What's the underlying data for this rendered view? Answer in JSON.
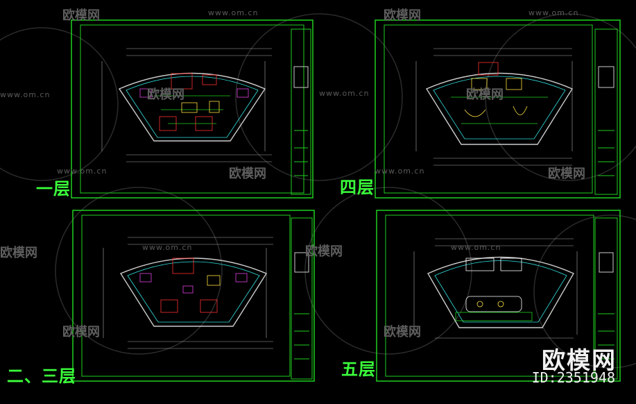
{
  "sheets": [
    {
      "id": "sheet-1f",
      "label": "一层"
    },
    {
      "id": "sheet-4f",
      "label": "四层"
    },
    {
      "id": "sheet-23f",
      "label": "二、三层"
    },
    {
      "id": "sheet-5f",
      "label": "五层"
    }
  ],
  "watermark": {
    "site": "www.om.cn",
    "logo": "欧模网"
  },
  "brand": {
    "name": "欧模网",
    "id": "ID:2351948"
  },
  "colors": {
    "background": "#000000",
    "frame_green": "#1fd11f",
    "label_green": "#3bff3b",
    "cad_red": "#ff3030",
    "cad_yellow": "#ffe13b",
    "cad_cyan": "#33e0e0",
    "cad_magenta": "#e040e0",
    "cad_white": "#ffffff",
    "watermark_gray": "#5e5e5e"
  }
}
